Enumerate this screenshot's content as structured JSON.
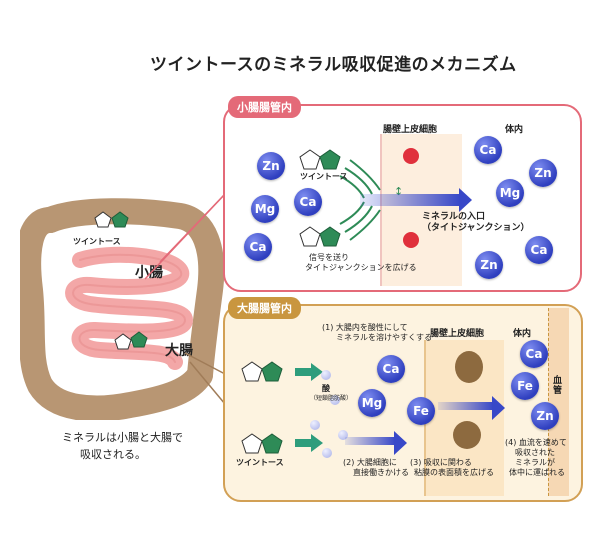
{
  "title": "ツイントースのミネラル吸収促進のメカニズム",
  "intestine": {
    "small_label": "小腸",
    "large_label": "大腸",
    "twintose_label": "ツイントース",
    "caption_line1": "ミネラルは小腸と大腸で",
    "caption_line2": "吸収される。"
  },
  "small_panel": {
    "tag": "小腸腸管内",
    "epithelial_label": "腸壁上皮細胞",
    "body_label": "体内",
    "twintose_label": "ツイントース",
    "entry_label_1": "ミネラルの入口",
    "entry_label_2": "（タイトジャンクション）",
    "signal_label_1": "信号を送り",
    "signal_label_2": "タイトジャンクションを広げる",
    "ions_left": [
      "Zn",
      "Mg",
      "Ca",
      "Ca"
    ],
    "ions_right": [
      "Ca",
      "Zn",
      "Mg",
      "Ca",
      "Zn"
    ]
  },
  "large_panel": {
    "tag": "大腸腸管内",
    "step1_line1": "(1) 大腸内を酸性にして",
    "step1_line2": "ミネラルを溶けやすくする",
    "epithelial_label": "腸壁上皮細胞",
    "body_label": "体内",
    "blood_vessel_label": "血管",
    "acid_label": "酸",
    "acid_sub": "（短鎖脂肪酸）",
    "twintose_label": "ツイントース",
    "step2_line1": "(2) 大腸細胞に",
    "step2_line2": "直接働きかける",
    "step3_line1": "(3) 吸収に関わる",
    "step3_line2": "粘膜の表面積を広げる",
    "step4_line1": "(4) 血流を速めて",
    "step4_line2": "吸収された",
    "step4_line3": "ミネラルが",
    "step4_line4": "体中に運ばれる",
    "ions_mid": [
      "Ca",
      "Mg",
      "Fe"
    ],
    "ions_right": [
      "Ca",
      "Fe",
      "Zn"
    ]
  },
  "colors": {
    "ion": "#2f3fbf",
    "small_panel_border": "#e46a78",
    "large_panel_border": "#d2a055",
    "pentagon_green": "#2e8b57"
  }
}
